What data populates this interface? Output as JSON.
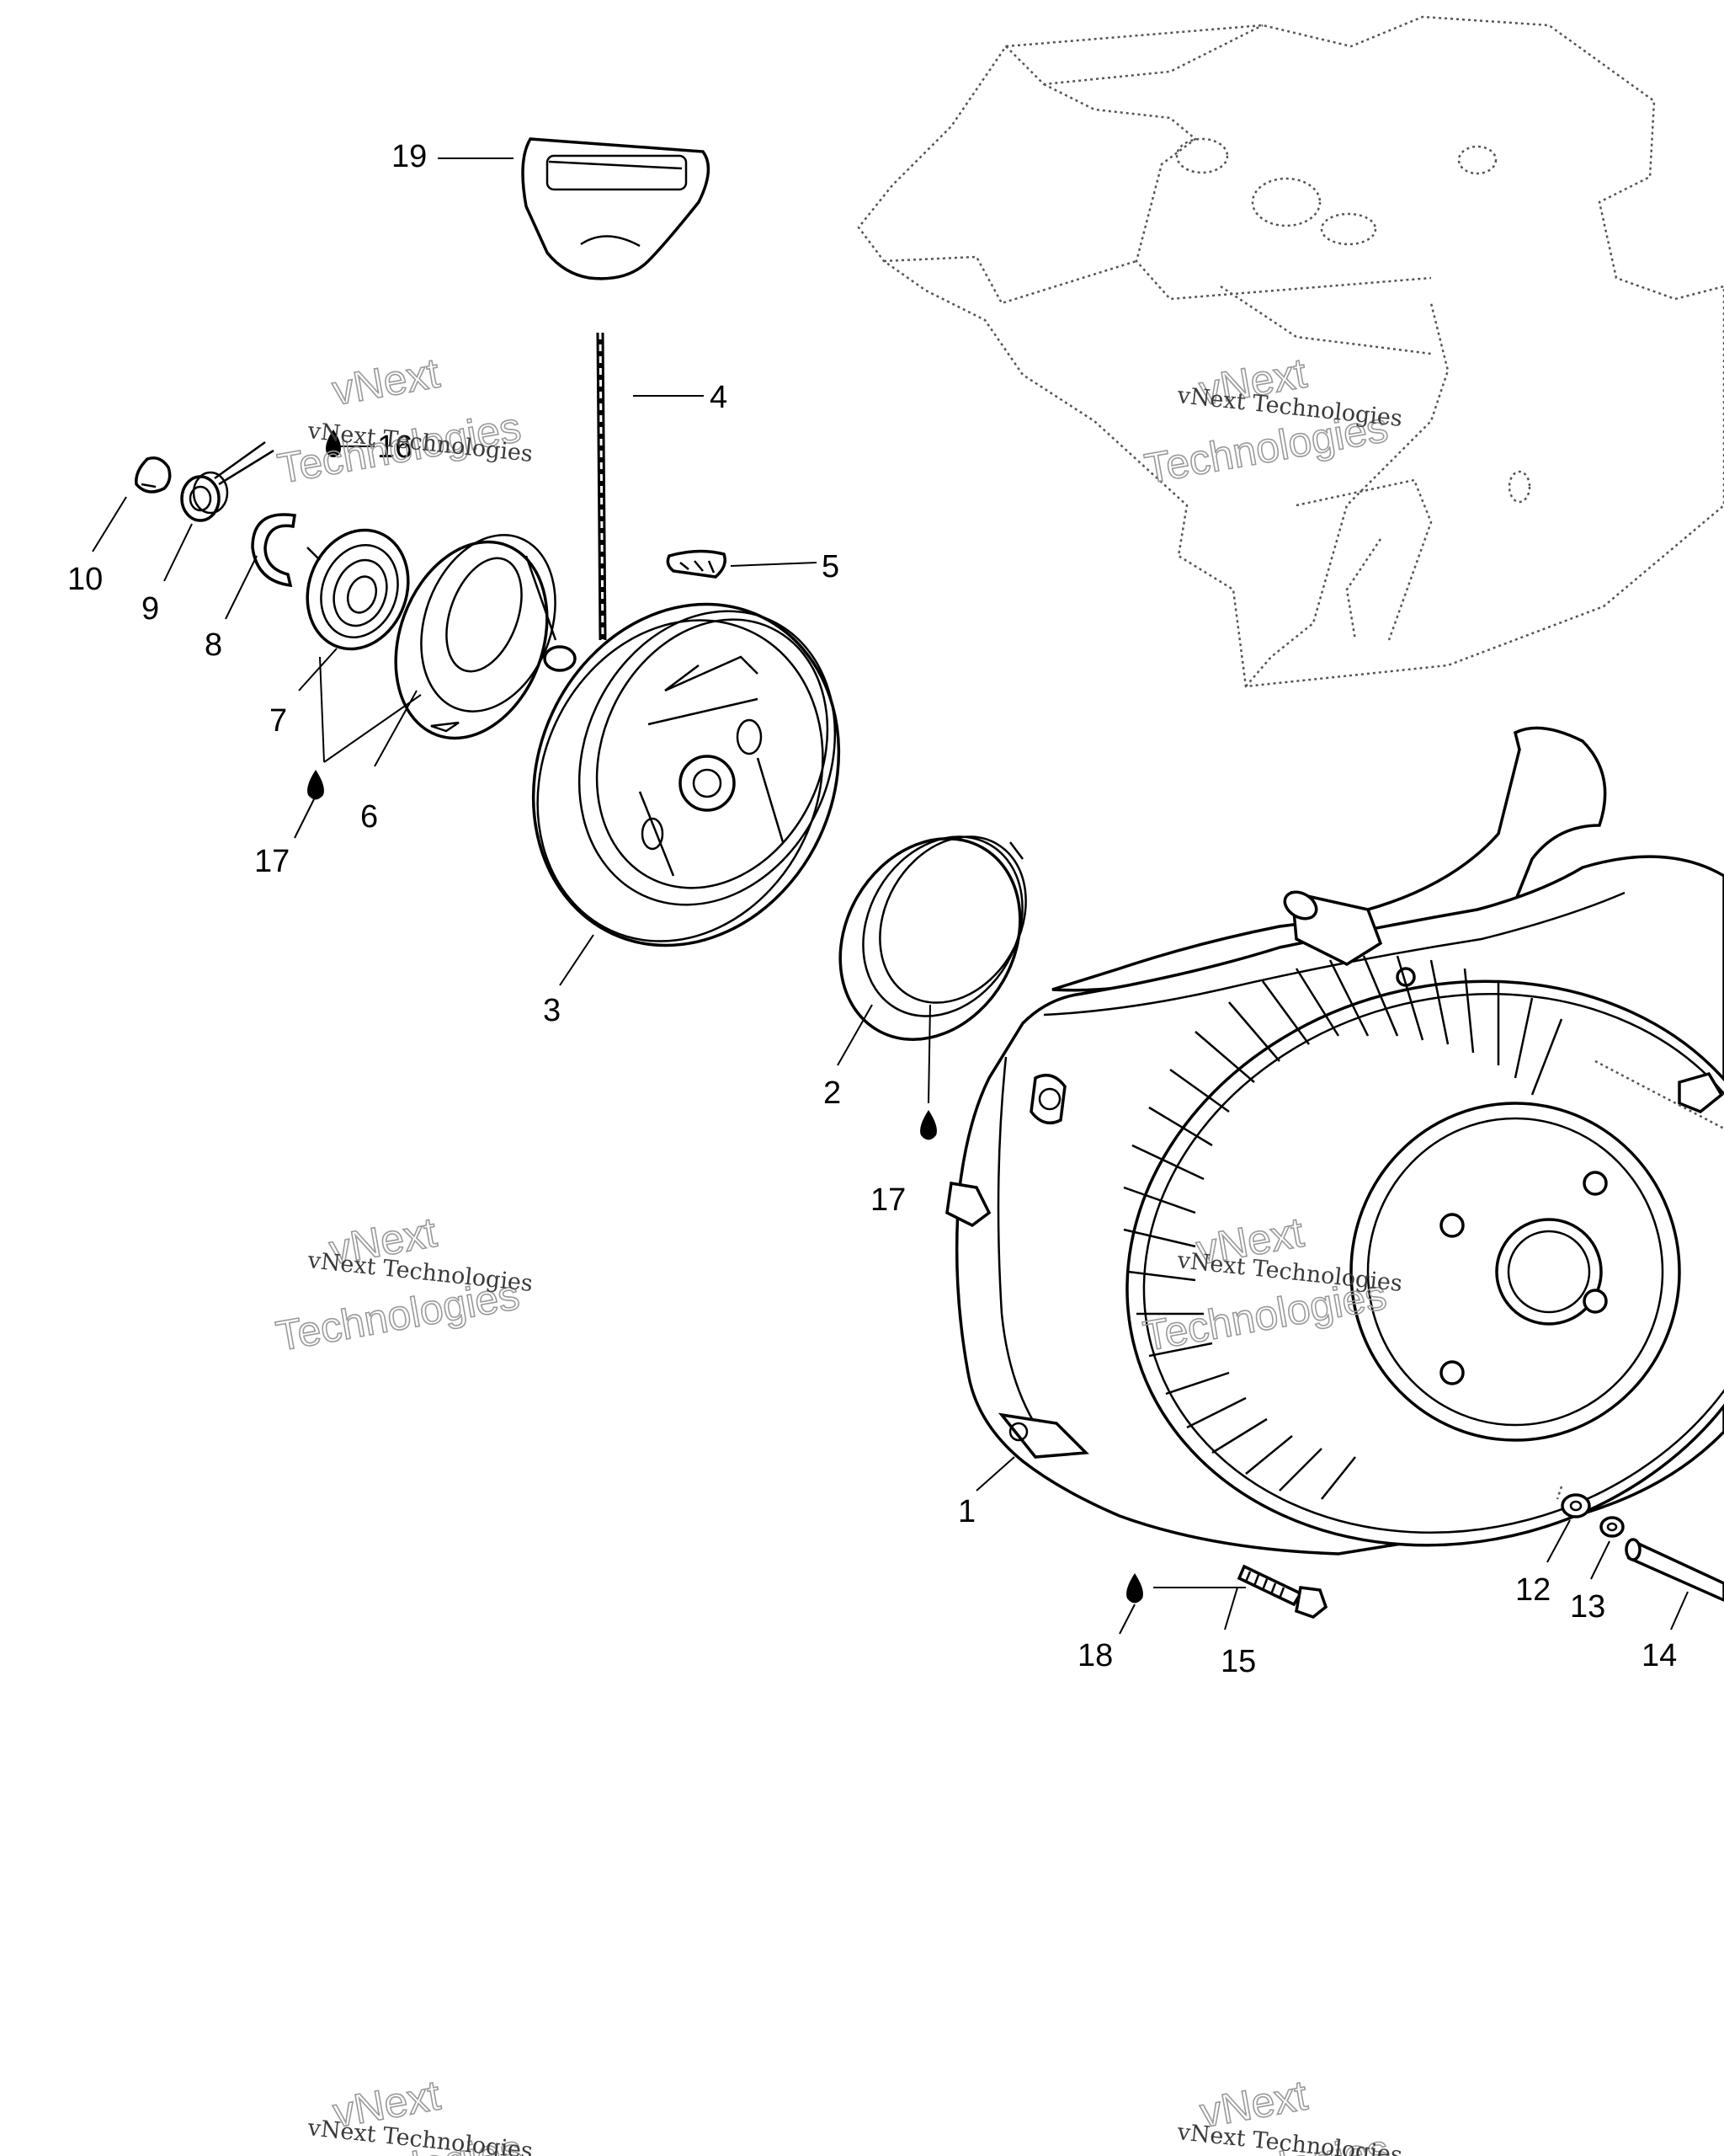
{
  "callouts": {
    "c1": "1",
    "c2": "2",
    "c3": "3",
    "c4": "4",
    "c5": "5",
    "c6": "6",
    "c7": "7",
    "c8": "8",
    "c9": "9",
    "c10": "10",
    "c12": "12",
    "c13": "13",
    "c14": "14",
    "c15": "15",
    "c16": "16",
    "c17a": "17",
    "c17b": "17",
    "c18": "18",
    "c19": "19"
  },
  "watermark": {
    "company": "vNext Technologies",
    "line1": "vNext",
    "line2": "Technologies"
  },
  "icons": {
    "lubricant": "oil-drop-icon"
  }
}
